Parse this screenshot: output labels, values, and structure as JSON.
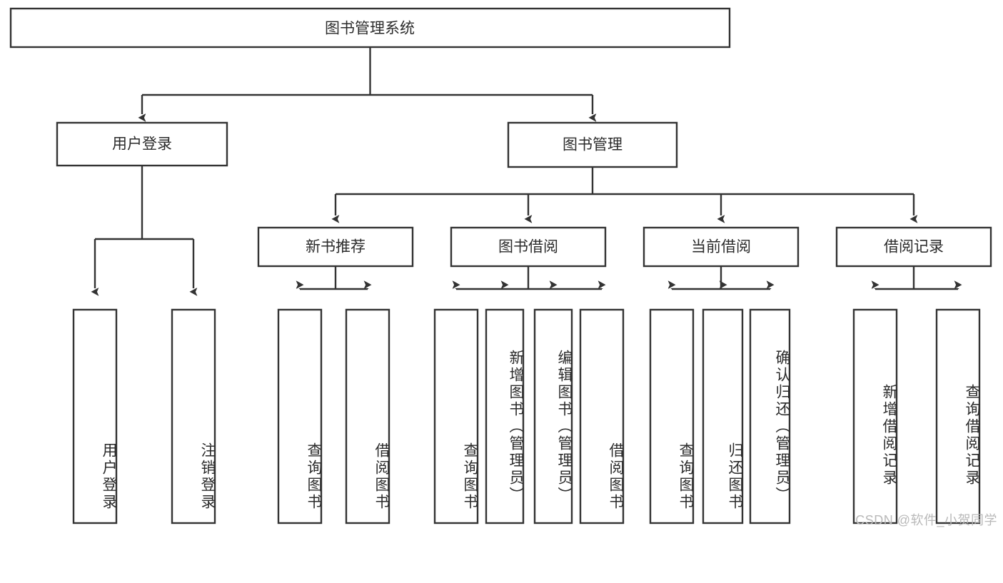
{
  "diagram": {
    "title": "图书管理系统",
    "type": "tree-hierarchy-diagram",
    "colors": {
      "box_stroke": "#333333",
      "box_fill": "#ffffff",
      "text": "#2b2b2b",
      "background": "#ffffff",
      "watermark": "#b9b9b9"
    },
    "root": {
      "label": "图书管理系统"
    },
    "level1": [
      {
        "label": "用户登录"
      },
      {
        "label": "图书管理"
      }
    ],
    "level2": [
      {
        "label": "新书推荐"
      },
      {
        "label": "图书借阅"
      },
      {
        "label": "当前借阅"
      },
      {
        "label": "借阅记录"
      }
    ],
    "leaves": {
      "user_login": [
        {
          "label": "用户登录"
        },
        {
          "label": "注销登录"
        }
      ],
      "new_book_recommend": [
        {
          "label": "查询图书"
        },
        {
          "label": "借阅图书"
        }
      ],
      "book_borrow": [
        {
          "label": "查询图书"
        },
        {
          "label": "新增图书（管理员）"
        },
        {
          "label": "编辑图书（管理员）"
        },
        {
          "label": "借阅图书"
        }
      ],
      "current_borrow": [
        {
          "label": "查询图书"
        },
        {
          "label": "归还图书"
        },
        {
          "label": "确认归还（管理员）"
        }
      ],
      "borrow_record": [
        {
          "label": "新增借阅记录"
        },
        {
          "label": "查询借阅记录"
        }
      ]
    }
  },
  "watermark": {
    "text": "CSDN @软件_小贺同学"
  }
}
